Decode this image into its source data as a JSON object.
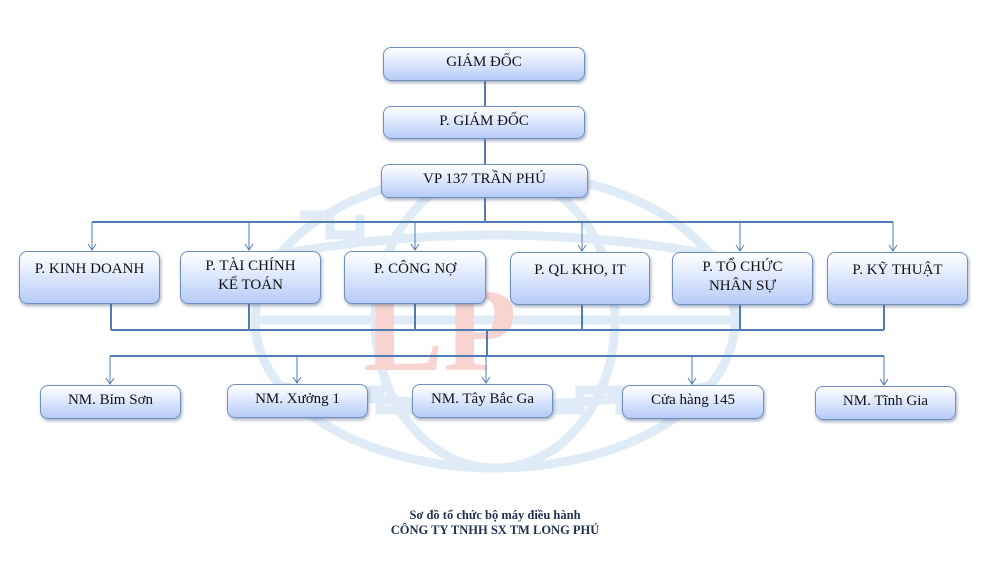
{
  "title": "Sơ đồ tổ chức bộ máy điều hành",
  "company": "CÔNG TY TNHH SX TM LONG PHÚ",
  "watermark": {
    "text": "LP",
    "text_color": "#f7c9c4",
    "globe_color": "#dceaf6"
  },
  "colors": {
    "line": "#4f7cb5",
    "box_border": "#6f8fc0",
    "box_fill_bottom": "#b6cbf7"
  },
  "top": [
    {
      "label": "GIÁM ĐỐC"
    },
    {
      "label": "P. GIÁM ĐỐC"
    },
    {
      "label": "VP 137 TRẦN PHÚ"
    }
  ],
  "departments": [
    {
      "line1": "P. KINH DOANH",
      "line2": ""
    },
    {
      "line1": "P. TÀI CHÍNH",
      "line2": "KẾ TOÁN"
    },
    {
      "line1": "P. CÔNG NỢ",
      "line2": ""
    },
    {
      "line1": "P. QL KHO, IT",
      "line2": ""
    },
    {
      "line1": "P. TỔ CHỨC",
      "line2": "NHÂN SỰ"
    },
    {
      "line1": "P. KỸ THUẬT",
      "line2": ""
    }
  ],
  "units": [
    {
      "label": "NM. Bỉm Sơn"
    },
    {
      "label": "NM. Xưởng 1"
    },
    {
      "label": "NM. Tây Bắc Ga"
    },
    {
      "label": "Cửa hàng 145"
    },
    {
      "label": "NM. Tĩnh Gia"
    }
  ]
}
